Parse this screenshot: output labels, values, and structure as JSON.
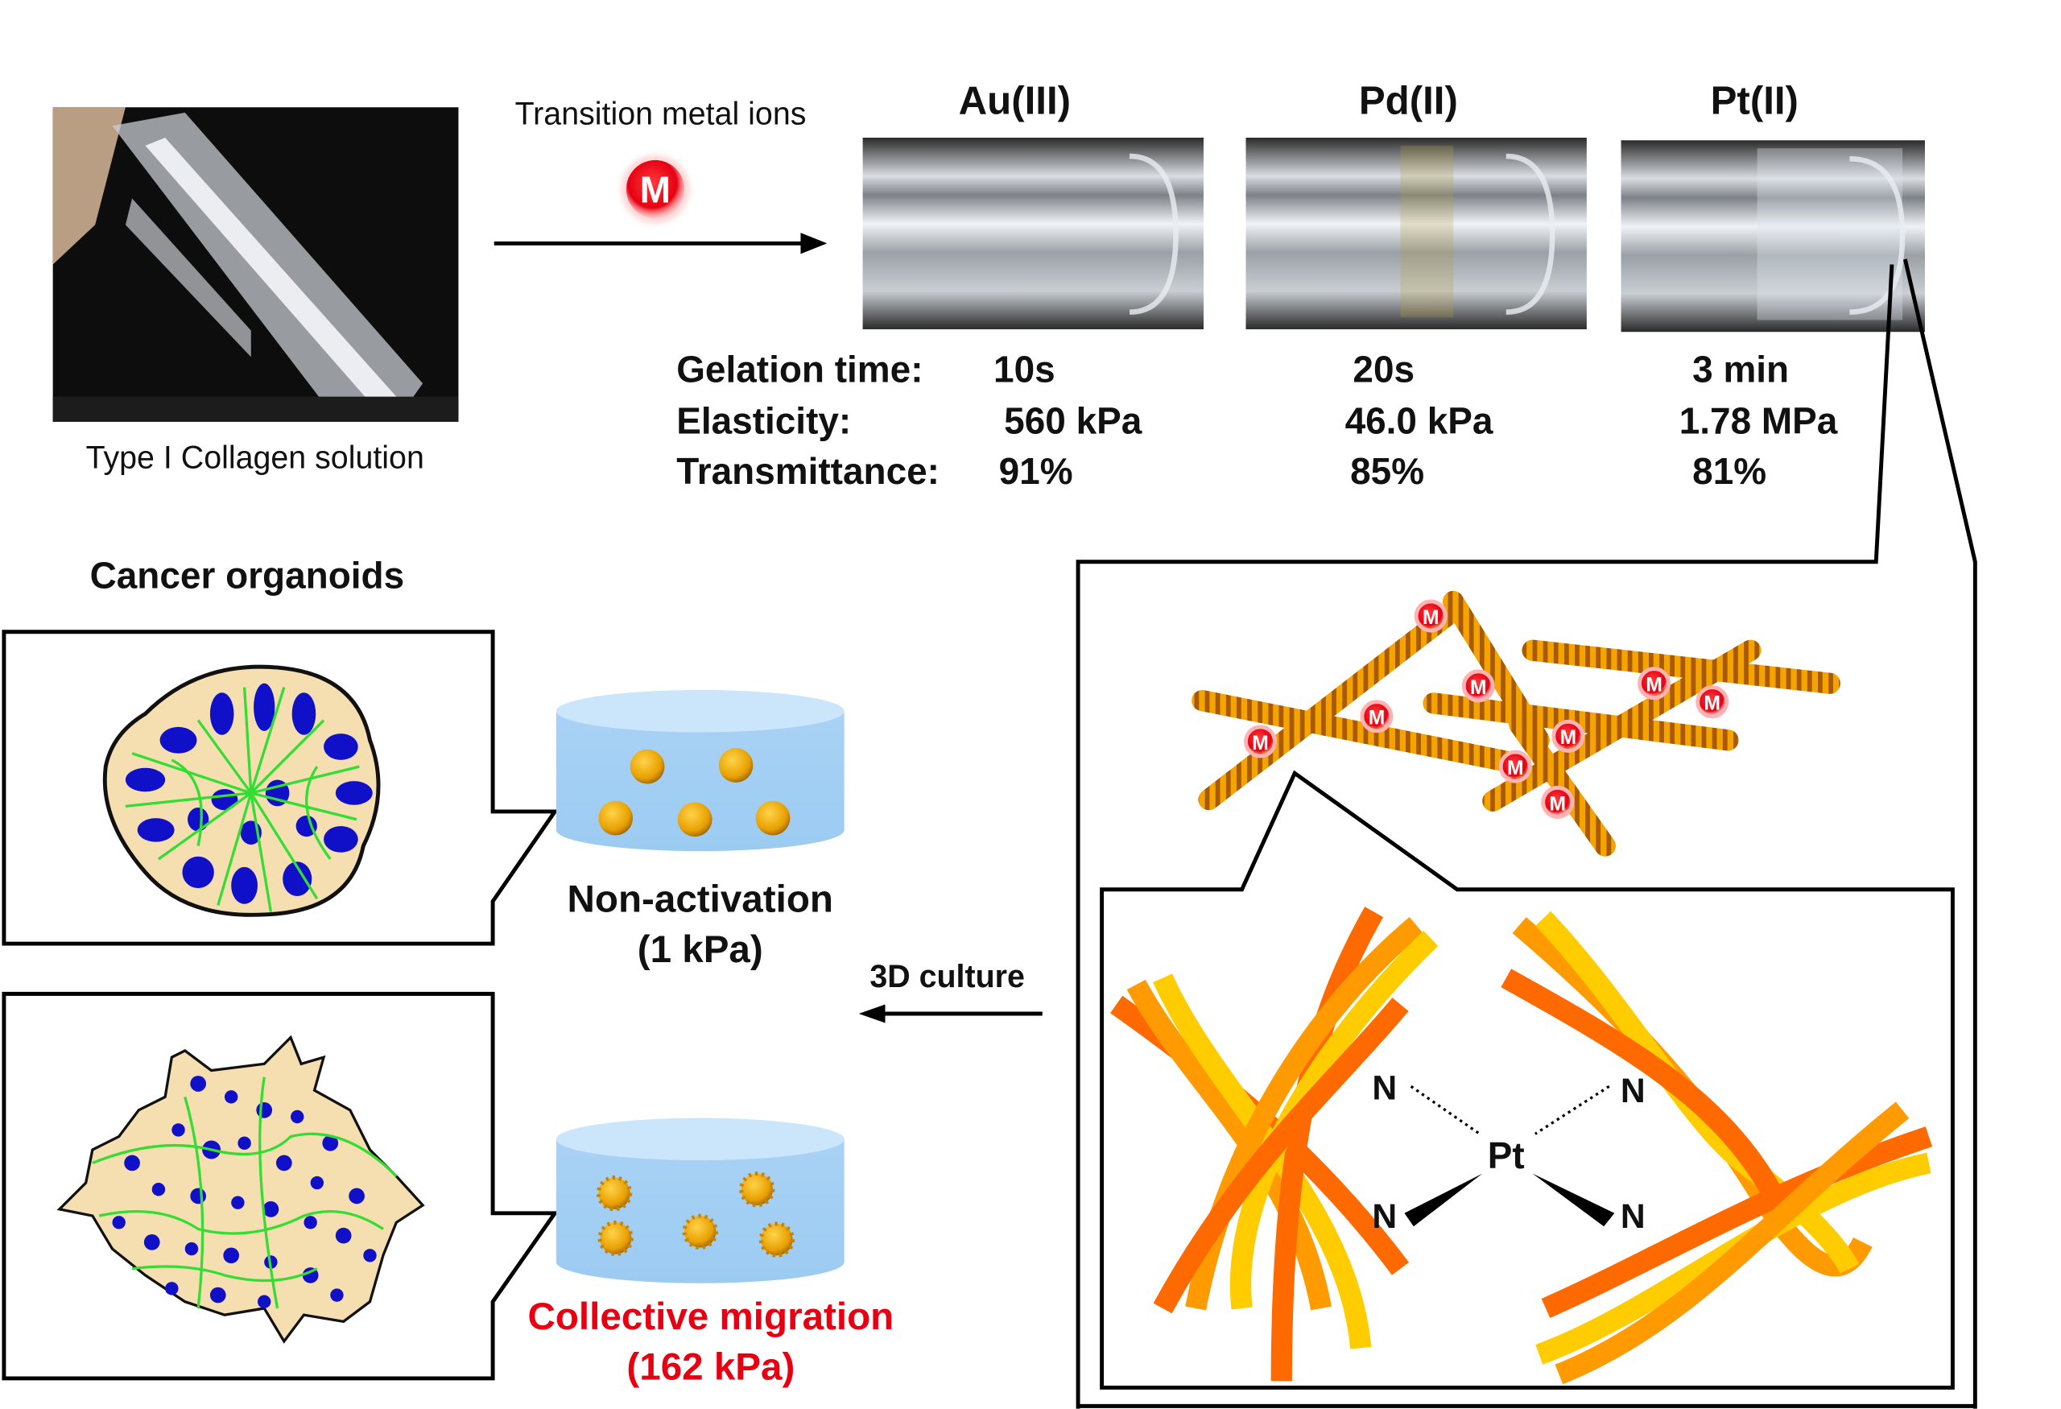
{
  "collagen": {
    "caption": "Type I Collagen solution"
  },
  "reaction": {
    "label": "Transition metal ions",
    "metal_symbol": "M"
  },
  "metals": [
    {
      "name": "Au(III)",
      "gelation_time": "10s",
      "elasticity": "560 kPa",
      "transmittance": "91%"
    },
    {
      "name": "Pd(II)",
      "gelation_time": "20s",
      "elasticity": "46.0 kPa",
      "transmittance": "85%"
    },
    {
      "name": "Pt(II)",
      "gelation_time": "3 min",
      "elasticity": "1.78 MPa",
      "transmittance": "81%"
    }
  ],
  "properties": {
    "gelation_label": "Gelation time:",
    "elasticity_label": "Elasticity:",
    "transmittance_label": "Transmittance:"
  },
  "organoids": {
    "title": "Cancer organoids",
    "non_activation": {
      "label": "Non-activation",
      "value": "(1 kPa)"
    },
    "migration": {
      "label": "Collective migration",
      "value": "(162 kPa)"
    },
    "culture_label": "3D culture"
  },
  "complex": {
    "center": "Pt",
    "ligand": "N",
    "crosslink_marker": "M"
  },
  "colors": {
    "metal_red": "#e60012",
    "migration_red": "#e60012",
    "nucleus_blue": "#1010c8",
    "membrane_green": "#33dd33",
    "cell_beige": "#f5deb0",
    "gel_blue": "#a9d2f5",
    "fiber_orange": "#f4a300",
    "strand_dark": "#ff6a00",
    "strand_mid": "#ff9a00",
    "strand_light": "#ffcc00"
  }
}
